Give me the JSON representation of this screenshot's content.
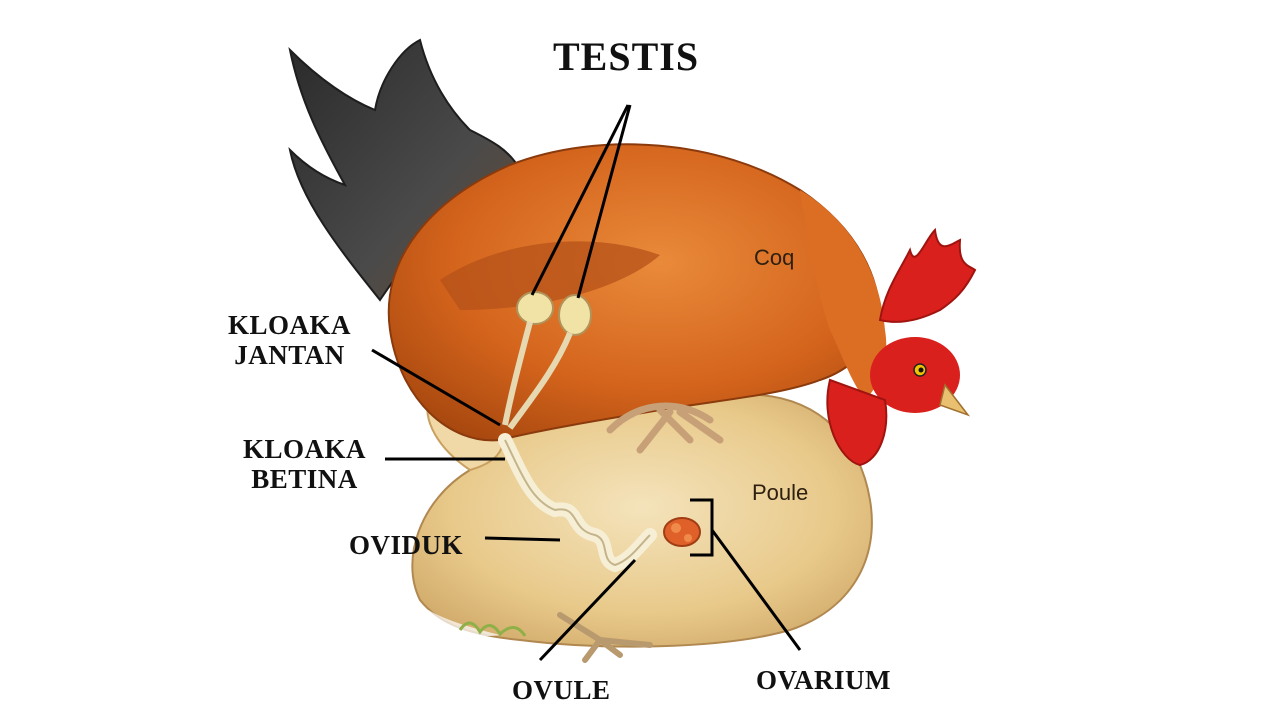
{
  "labels": {
    "testis": "TESTIS",
    "kloaka_jantan": [
      "KLOAKA",
      "JANTAN"
    ],
    "kloaka_betina": [
      "KLOAKA",
      "BETINA"
    ],
    "oviduk": "OVIDUK",
    "ovule": "OVULE",
    "ovarium": "OVARIUM"
  },
  "species": {
    "male": "Coq",
    "female": "Poule"
  },
  "colors": {
    "background": "#ffffff",
    "label_text": "#111111",
    "rooster_body": "#d9661c",
    "rooster_tail": "#3a3a3a",
    "hen_body": "#e8c98a",
    "comb": "#d9201c"
  }
}
